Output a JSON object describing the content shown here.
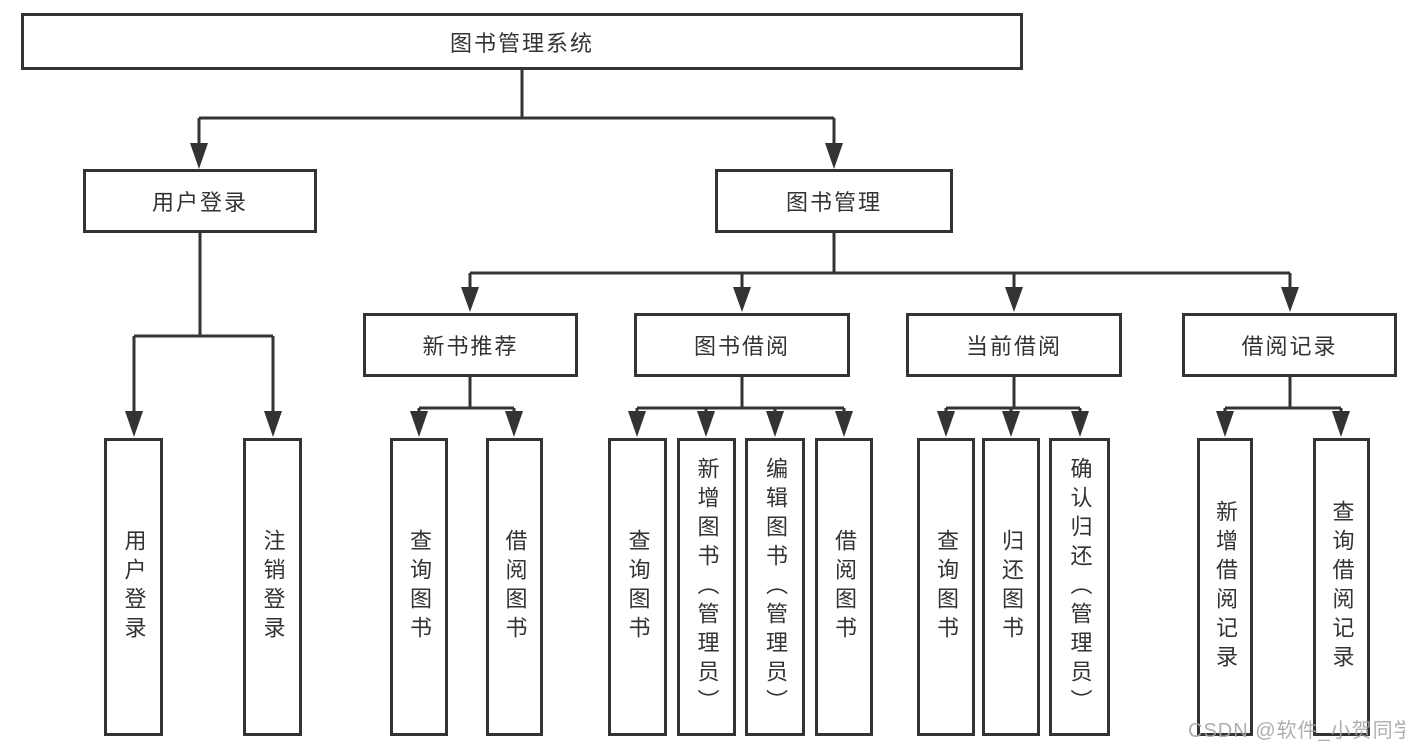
{
  "diagram": {
    "type": "hierarchy-structure-chart",
    "colors": {
      "stroke": "#333333",
      "text": "#333333",
      "background": "#ffffff",
      "watermark": "#a5a5a5"
    },
    "tree": {
      "label": "图书管理系统",
      "children": [
        {
          "label": "用户登录",
          "children": [
            {
              "label": "用户登录"
            },
            {
              "label": "注销登录"
            }
          ]
        },
        {
          "label": "图书管理",
          "children": [
            {
              "label": "新书推荐",
              "children": [
                {
                  "label": "查询图书"
                },
                {
                  "label": "借阅图书"
                }
              ]
            },
            {
              "label": "图书借阅",
              "children": [
                {
                  "label": "查询图书"
                },
                {
                  "label": "新增图书（管理员）"
                },
                {
                  "label": "编辑图书（管理员）"
                },
                {
                  "label": "借阅图书"
                }
              ]
            },
            {
              "label": "当前借阅",
              "children": [
                {
                  "label": "查询图书"
                },
                {
                  "label": "归还图书"
                },
                {
                  "label": "确认归还（管理员）"
                }
              ]
            },
            {
              "label": "借阅记录",
              "children": [
                {
                  "label": "新增借阅记录"
                },
                {
                  "label": "查询借阅记录"
                }
              ]
            }
          ]
        }
      ]
    },
    "watermark": {
      "text": "CSDN @软件_小贺同学"
    }
  }
}
